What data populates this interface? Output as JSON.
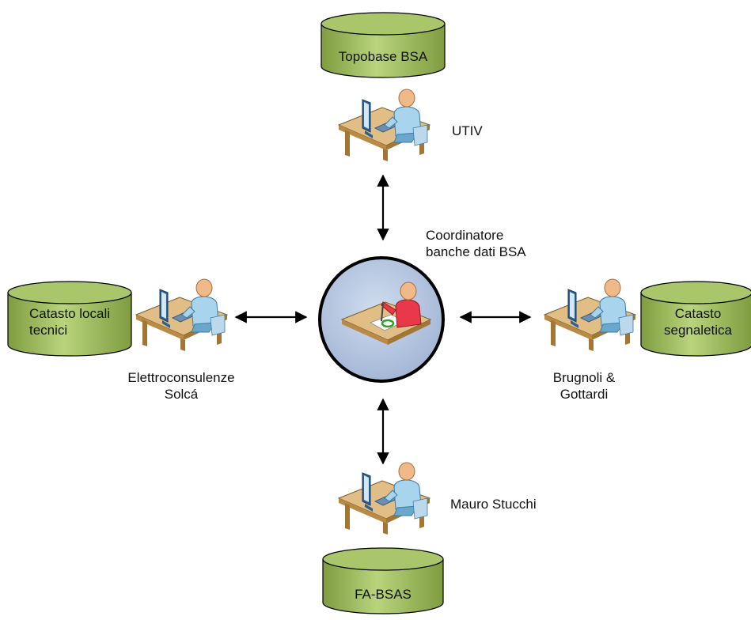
{
  "databases": {
    "top": "Topobase BSA",
    "left": [
      "Catasto locali",
      "tecnici"
    ],
    "right": [
      "Catasto",
      "segnaletica"
    ],
    "bottom": "FA-BSAS"
  },
  "actors": {
    "top": "UTIV",
    "center": [
      "Coordinatore",
      "banche dati BSA"
    ],
    "left": [
      "Elettroconsulenze",
      "Solcá"
    ],
    "right": [
      "Brugnoli &",
      "Gottardi"
    ],
    "bottom": "Mauro Stucchi"
  },
  "colors": {
    "db_fill": "#9bbb59",
    "db_stroke": "#000000",
    "hub_fill": "#b7c7e0",
    "desk": "#d8b27a",
    "person_blue": "#a8d4ee",
    "person_red": "#e8384a",
    "skin": "#f0b98a",
    "monitor": "#3a6e9e"
  },
  "icons": [
    "database-icon",
    "user-at-desk-icon",
    "double-arrow-icon"
  ]
}
